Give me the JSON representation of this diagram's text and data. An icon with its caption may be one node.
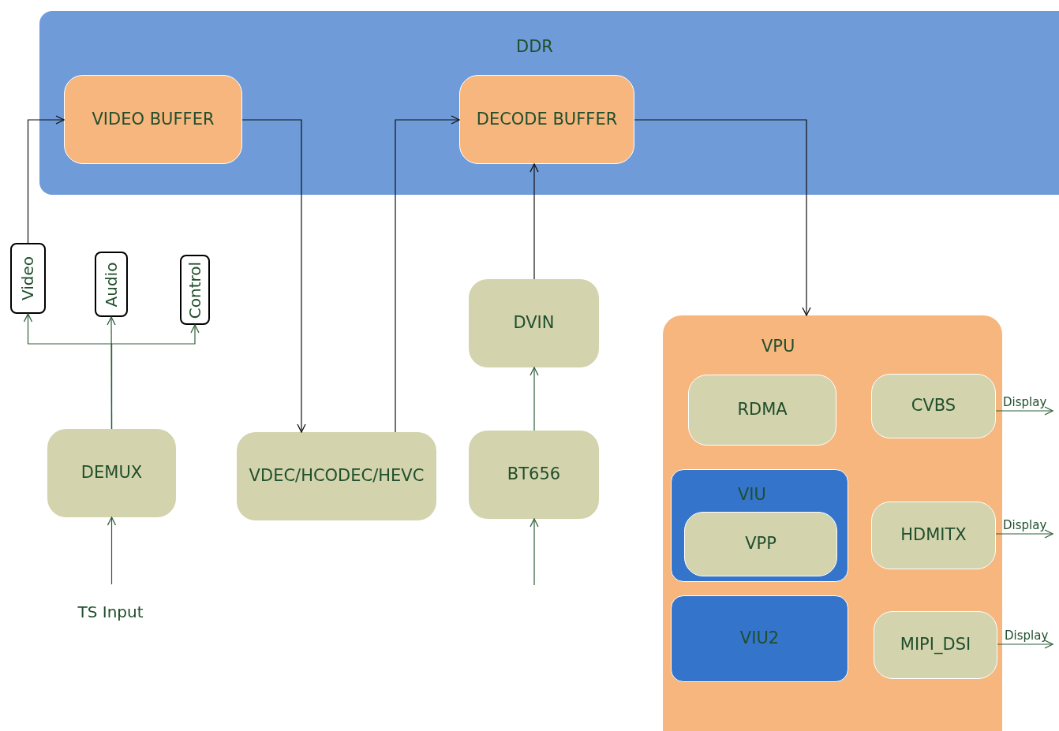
{
  "diagram": {
    "nodes": [
      {
        "text": [
          "DDR"
        ]
      },
      {
        "text": [
          "VIDEO BUFFER"
        ],
        "in": 0
      },
      {
        "text": [
          "DECODE BUFFER"
        ],
        "in": 0
      },
      {
        "text": [
          "Video"
        ]
      },
      {
        "text": [
          "Audio"
        ]
      },
      {
        "text": [
          "Control"
        ]
      },
      {
        "text": [
          "DEMUX"
        ]
      },
      {
        "text": [
          "TS Input"
        ]
      },
      {
        "text": [
          "VDEC/HCODEC/HEVC"
        ]
      },
      {
        "text": [
          "DVIN"
        ]
      },
      {
        "text": [
          "BT656"
        ]
      },
      {
        "text": [
          "VPU"
        ]
      },
      {
        "text": [
          "RDMA"
        ],
        "in": 11
      },
      {
        "text": [
          "CVBS"
        ],
        "in": 11
      },
      {
        "text": [
          "VIU"
        ],
        "in": 11
      },
      {
        "text": [
          "VPP"
        ],
        "in": 14
      },
      {
        "text": [
          "HDMITX"
        ],
        "in": 11
      },
      {
        "text": [
          "VIU2"
        ],
        "in": 11
      },
      {
        "text": [
          "MIPI_DSI"
        ],
        "in": 11
      }
    ],
    "edges": [
      {
        "from": 7,
        "to": 6,
        "arrow": "to",
        "color": "#2f5f3a"
      },
      {
        "from": 6,
        "to": 3,
        "arrow": "to",
        "color": "#2f5f3a"
      },
      {
        "from": 6,
        "to": 4,
        "arrow": "to",
        "color": "#2f5f3a"
      },
      {
        "from": 6,
        "to": 5,
        "arrow": "to",
        "color": "#2f5f3a"
      },
      {
        "from": 3,
        "to": 1,
        "arrow": "to"
      },
      {
        "from": 1,
        "to": 8,
        "arrow": "to"
      },
      {
        "from": 8,
        "to": 2,
        "arrow": "to"
      },
      {
        "from": 9,
        "to": 2,
        "arrow": "to"
      },
      {
        "from": 10,
        "to": 9,
        "arrow": "to",
        "color": "#2f5f3a"
      },
      {
        "from": null,
        "to": 10,
        "arrow": "to",
        "color": "#2f5f3a"
      },
      {
        "from": 2,
        "to": 11,
        "arrow": "to"
      },
      {
        "from": 13,
        "to": null,
        "arrow": "to",
        "label": "Display",
        "color": "#2f5f3a"
      },
      {
        "from": 16,
        "to": null,
        "arrow": "to",
        "label": "Display",
        "color": "#2f5f3a"
      },
      {
        "from": 18,
        "to": null,
        "arrow": "to",
        "label": "Display",
        "color": "#2f5f3a"
      }
    ]
  }
}
